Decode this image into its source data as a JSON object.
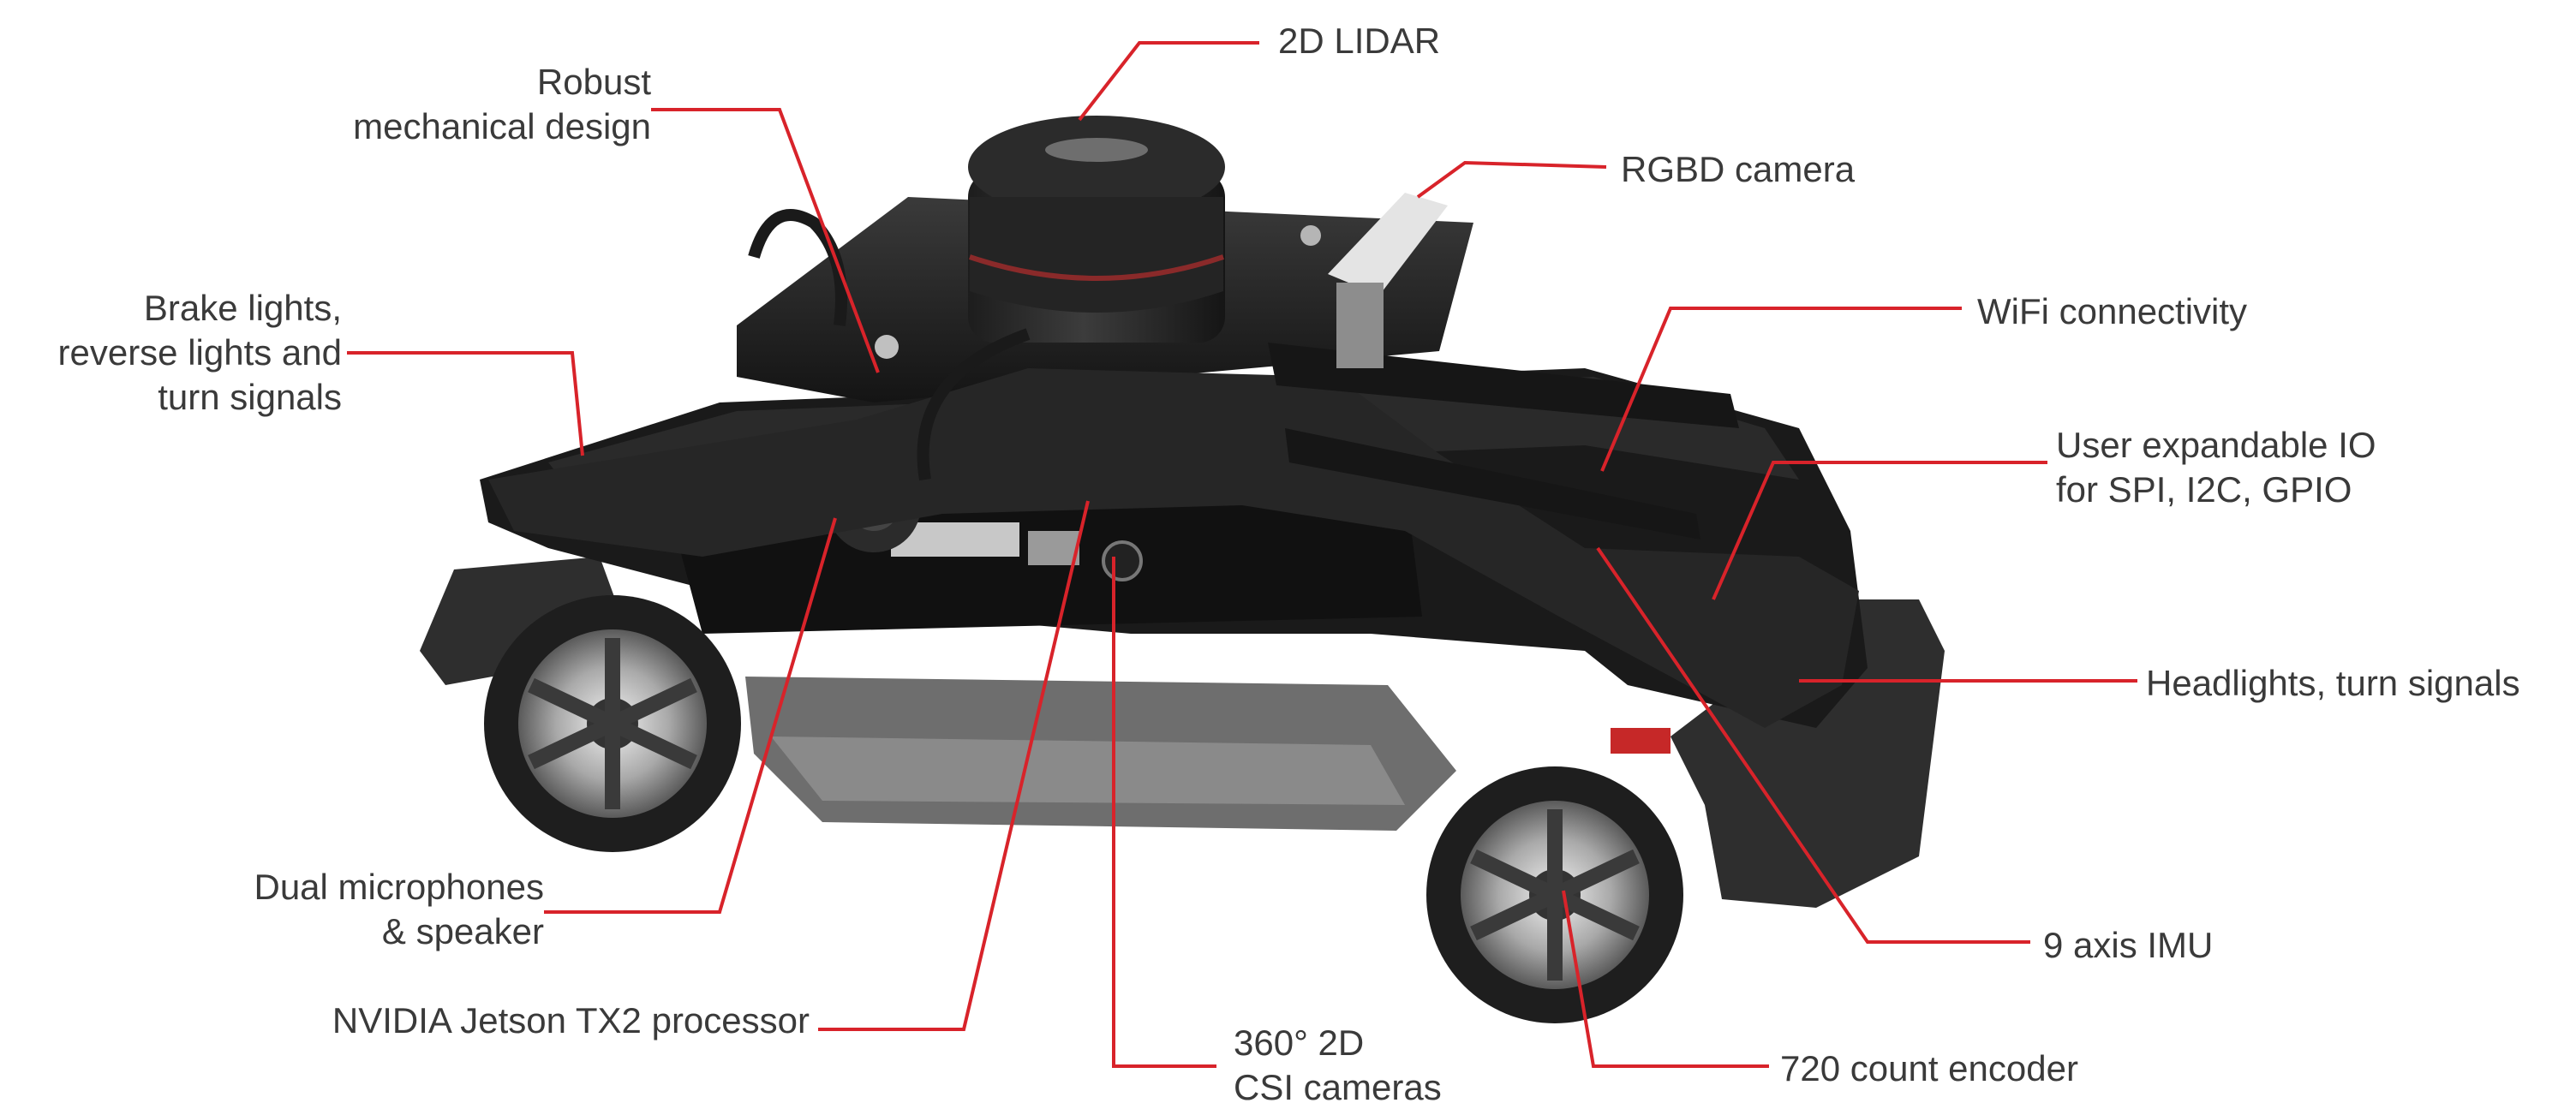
{
  "callouts": {
    "lidar": [
      "2D LIDAR"
    ],
    "mechanical": [
      "Robust",
      "mechanical design"
    ],
    "rgbd": [
      "RGBD camera"
    ],
    "wifi": [
      "WiFi connectivity"
    ],
    "brake": [
      "Brake lights,",
      "reverse lights and",
      "turn signals"
    ],
    "io": [
      "User expandable IO",
      "for SPI, I2C, GPIO"
    ],
    "headlights": [
      "Headlights, turn signals"
    ],
    "mics": [
      "Dual microphones",
      "& speaker"
    ],
    "imu": [
      "9 axis IMU"
    ],
    "jetson": [
      "NVIDIA Jetson TX2 processor"
    ],
    "csi": [
      "360° 2D",
      "CSI cameras"
    ],
    "encoder": [
      "720 count encoder"
    ]
  },
  "colors": {
    "leader": "#d8232a",
    "text": "#3a3a3a",
    "foam": "#2e2e2e",
    "body": "#1c1c1c"
  }
}
